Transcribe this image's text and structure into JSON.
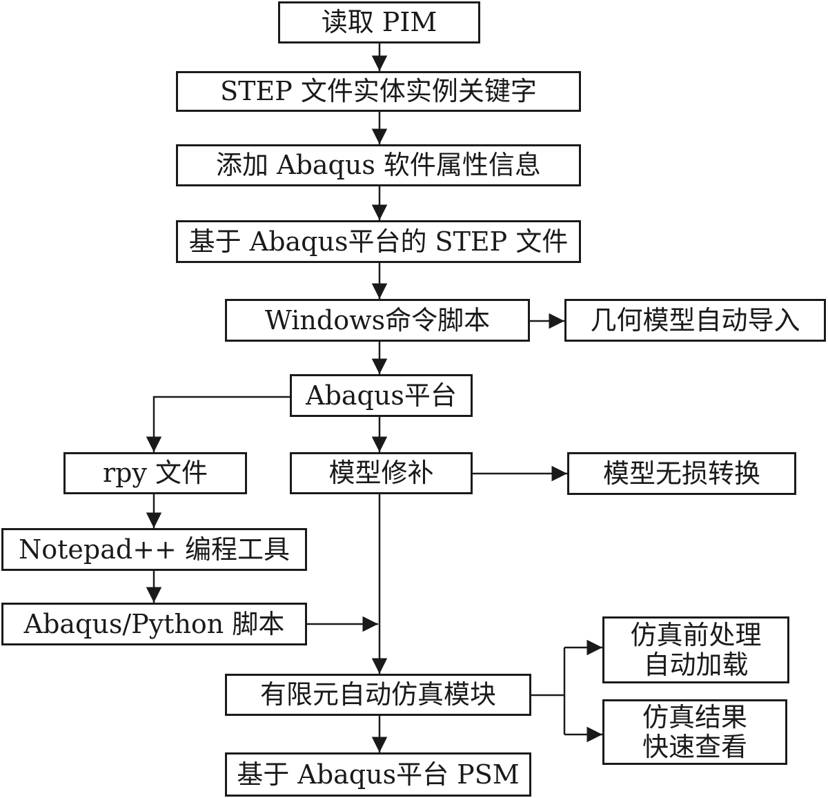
{
  "colors": {
    "stroke": "#1a1a1a",
    "background": "#ffffff"
  },
  "nodes": {
    "read_pim": "读取 PIM",
    "step_keywords": "STEP 文件实体实例关键字",
    "add_abaqus_info": "添加 Abaqus 软件属性信息",
    "step_file_abaqus": "基于 Abaqus平台的 STEP 文件",
    "windows_script": "Windows命令脚本",
    "geometry_import": "几何模型自动导入",
    "abaqus_platform": "Abaqus平台",
    "rpy_file": "rpy 文件",
    "model_repair": "模型修补",
    "lossless_convert": "模型无损转换",
    "notepad_tool": "Notepad++ 编程工具",
    "python_script": "Abaqus/Python 脚本",
    "fem_module": "有限元自动仿真模块",
    "preprocess_line1": "仿真前处理",
    "preprocess_line2": "自动加载",
    "result_line1": "仿真结果",
    "result_line2": "快速查看",
    "psm": "基于 Abaqus平台 PSM"
  }
}
